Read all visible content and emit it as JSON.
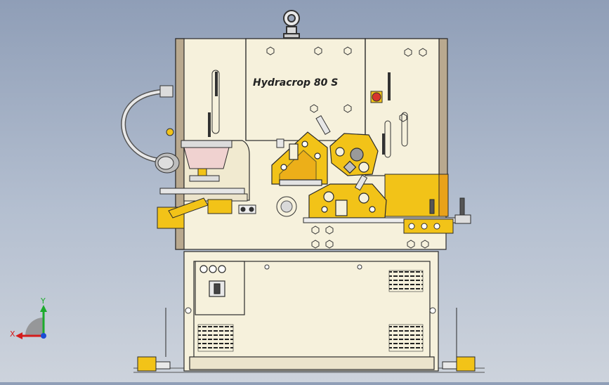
{
  "model_view": {
    "brand_label": "Hydracrop 80 S",
    "triad": {
      "x_label": "X",
      "y_label": "Y"
    },
    "colors": {
      "background_top": "#8f9eb7",
      "background_bottom": "#cdd3dc",
      "body": "#f6f1dc",
      "outline": "#2b2b2b",
      "accent_yellow": "#f2c318",
      "accent_orange": "#e9a21a",
      "metal": "#c9c9c9",
      "red_button": "#d8342c",
      "axis_x": "#d41c1c",
      "axis_y": "#1cab2c",
      "axis_z": "#1c4cd4"
    }
  }
}
